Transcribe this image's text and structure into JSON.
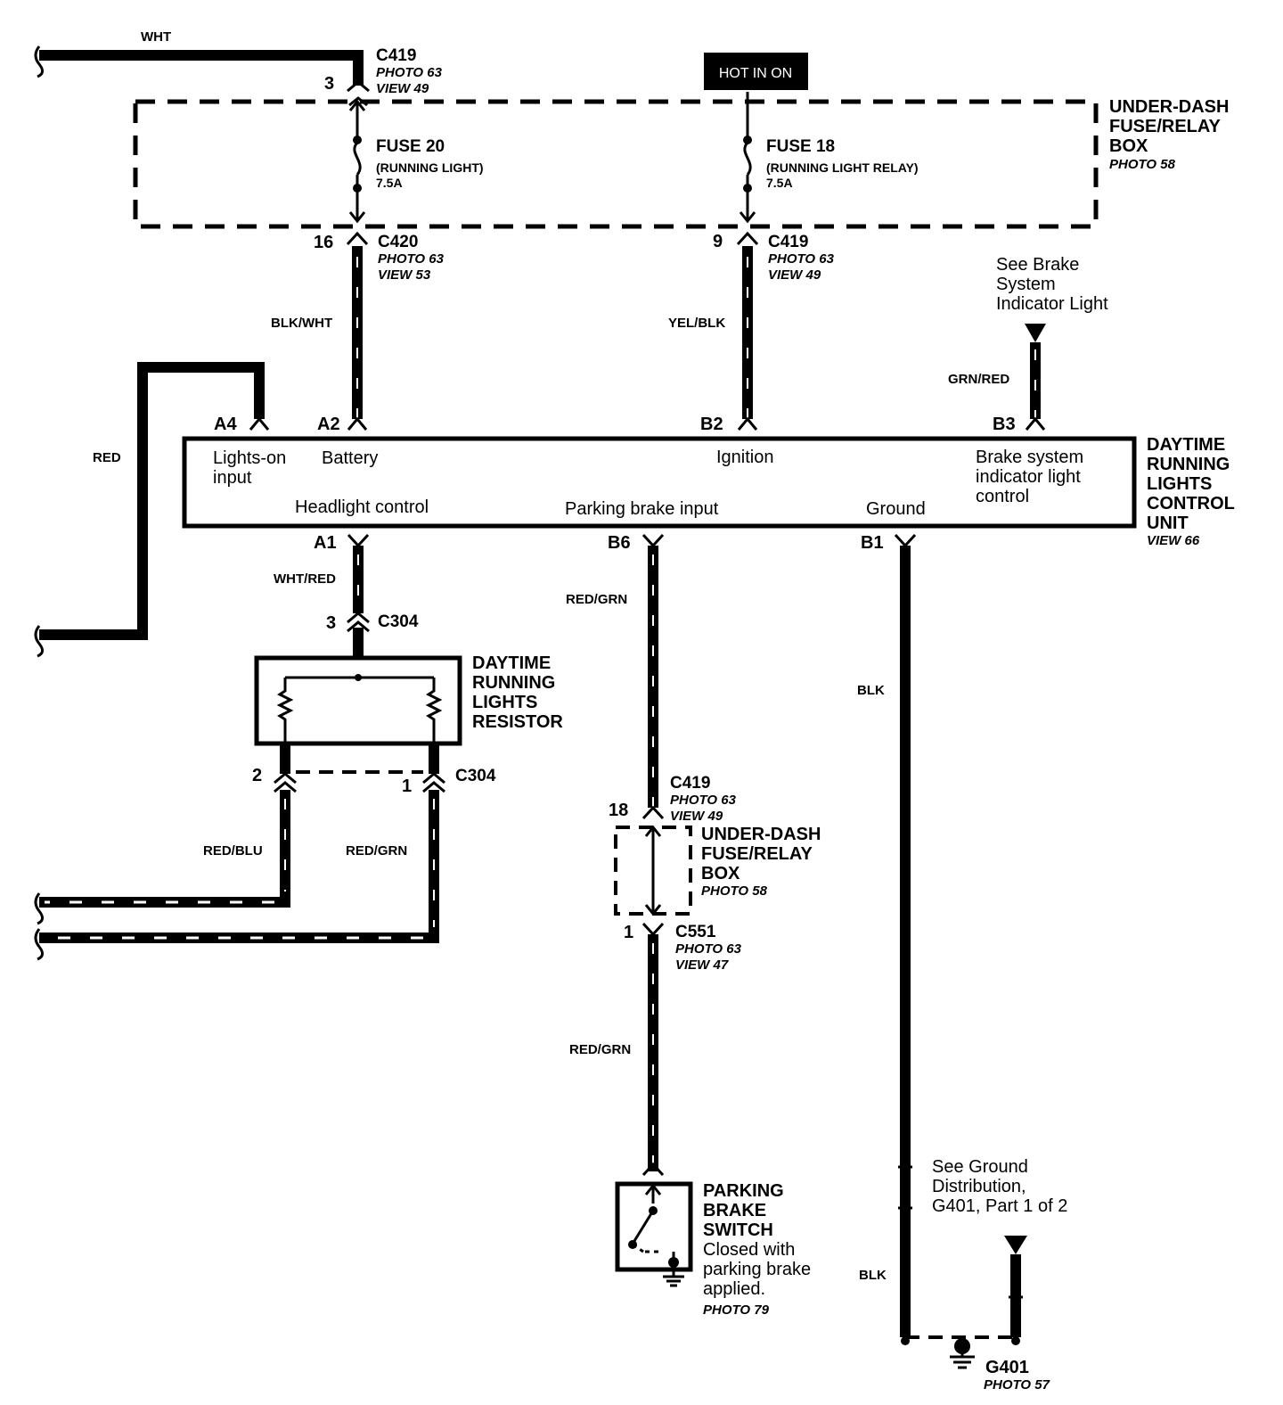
{
  "colors": {
    "ink": "#000000",
    "paper": "#ffffff"
  },
  "hot_in_on": "HOT IN ON",
  "fuse_box_top": {
    "title": [
      "UNDER-DASH",
      "FUSE/RELAY",
      "BOX"
    ],
    "photo": "PHOTO 58"
  },
  "fuse20": {
    "name": "FUSE 20",
    "desc": "(RUNNING  LIGHT)",
    "rating": "7.5A"
  },
  "fuse18": {
    "name": "FUSE 18",
    "desc": "(RUNNING LIGHT RELAY)",
    "rating": "7.5A"
  },
  "conn_c419_top": {
    "id": "C419",
    "photo": "PHOTO 63",
    "view": "VIEW 49",
    "pin": "3"
  },
  "conn_c420": {
    "id": "C420",
    "photo": "PHOTO 63",
    "view": "VIEW 53",
    "pin": "16"
  },
  "conn_c419_mid": {
    "id": "C419",
    "photo": "PHOTO 63",
    "view": "VIEW 49",
    "pin": "9"
  },
  "wires": {
    "wht": "WHT",
    "blk_wht": "BLK/WHT",
    "yel_blk": "YEL/BLK",
    "grn_red": "GRN/RED",
    "red": "RED",
    "wht_red": "WHT/RED",
    "red_grn_1": "RED/GRN",
    "blk_1": "BLK",
    "red_blu": "RED/BLU",
    "red_grn_2": "RED/GRN",
    "red_grn_3": "RED/GRN",
    "blk_2": "BLK"
  },
  "see_brake": [
    "See Brake",
    "System",
    "Indicator Light"
  ],
  "drl_unit": {
    "title": [
      "DAYTIME",
      "RUNNING",
      "LIGHTS",
      "CONTROL",
      "UNIT"
    ],
    "view": "VIEW 66",
    "pins": {
      "a4": "A4",
      "a2": "A2",
      "b2": "B2",
      "b3": "B3",
      "a1": "A1",
      "b6": "B6",
      "b1": "B1"
    },
    "terminals": {
      "lights_on": [
        "Lights-on",
        "input"
      ],
      "battery": "Battery",
      "ignition": "Ignition",
      "brake_ind": [
        "Brake system",
        "indicator light",
        "control"
      ],
      "headlight": "Headlight control",
      "parking_input": "Parking brake input",
      "ground": "Ground"
    }
  },
  "c304": {
    "id": "C304",
    "pin_top": "3",
    "pin_left": "2",
    "pin_right": "1"
  },
  "resistor": {
    "title": [
      "DAYTIME",
      "RUNNING",
      "LIGHTS",
      "RESISTOR"
    ]
  },
  "conn_c419_low": {
    "id": "C419",
    "photo": "PHOTO 63",
    "view": "VIEW 49",
    "pin": "18"
  },
  "fuse_box_low": {
    "title": [
      "UNDER-DASH",
      "FUSE/RELAY",
      "BOX"
    ],
    "photo": "PHOTO 58"
  },
  "conn_c551": {
    "id": "C551",
    "photo": "PHOTO 63",
    "view": "VIEW 47",
    "pin": "1"
  },
  "parking_switch": {
    "title": [
      "PARKING",
      "BRAKE",
      "SWITCH"
    ],
    "desc": [
      "Closed with",
      "parking brake",
      "applied."
    ],
    "photo": "PHOTO 79"
  },
  "see_ground": [
    "See Ground",
    "Distribution,",
    "G401, Part 1 of 2"
  ],
  "g401": {
    "id": "G401",
    "photo": "PHOTO 57"
  }
}
